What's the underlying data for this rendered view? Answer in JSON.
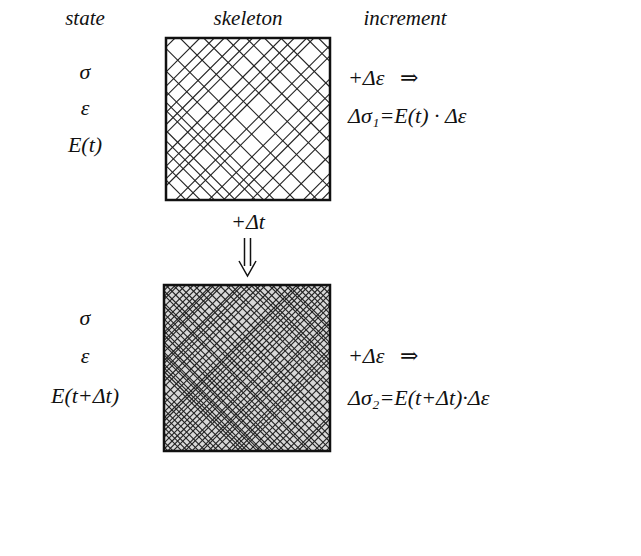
{
  "diagram": {
    "labels": [
      "state",
      "skeleton",
      "increment",
      "σ",
      "ε",
      "E(t)",
      "+Δε ⇒",
      "Δσ₁=E(t) · Δε",
      "+Δt",
      "σ",
      "ε",
      "E(t+Δt)",
      "+Δε ⇒",
      "Δσ₂=E(t+Δt)·Δε"
    ]
  }
}
